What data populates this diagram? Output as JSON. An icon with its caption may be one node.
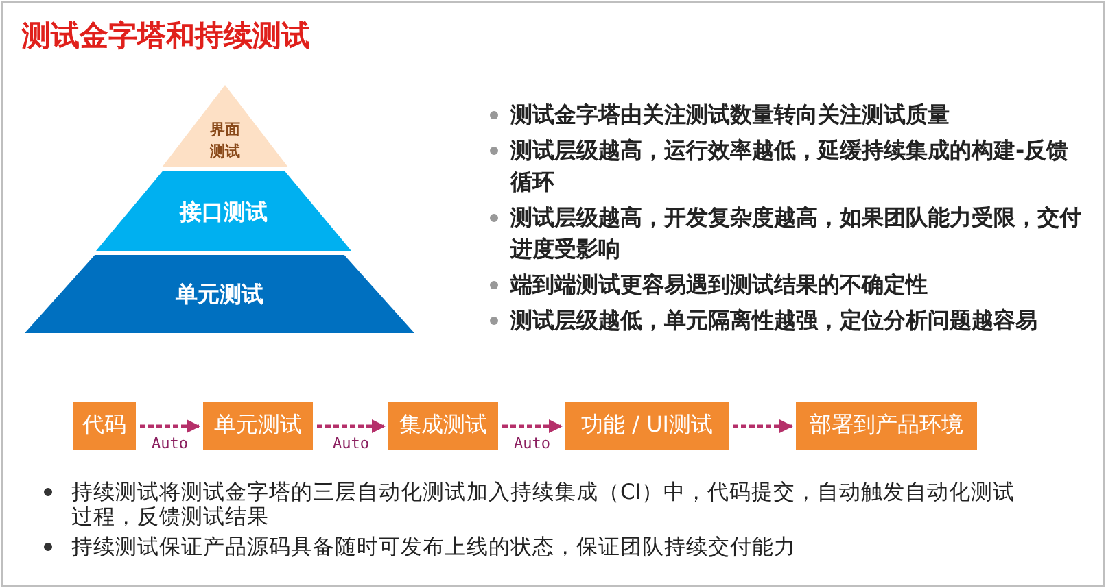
{
  "diagram": {
    "title": "测试金字塔和持续测试",
    "nodes": [
      {
        "text": [
          "界面测试"
        ]
      },
      {
        "text": [
          "接口测试"
        ]
      },
      {
        "text": [
          "单元测试"
        ]
      },
      {
        "text": [
          "代码"
        ]
      },
      {
        "text": [
          "单元测试"
        ]
      },
      {
        "text": [
          "集成测试"
        ]
      },
      {
        "text": [
          "功能 / UI测试"
        ]
      },
      {
        "text": [
          "部署到产品环境"
        ]
      }
    ],
    "edges": [
      {
        "from": 3,
        "to": 4,
        "arrow": "to",
        "label": "Auto",
        "style": "dashed"
      },
      {
        "from": 4,
        "to": 5,
        "arrow": "to",
        "label": "Auto",
        "style": "dashed"
      },
      {
        "from": 5,
        "to": 6,
        "arrow": "to",
        "label": "Auto",
        "style": "dashed"
      },
      {
        "from": 6,
        "to": 7,
        "arrow": "to",
        "style": "dashed"
      }
    ],
    "labels": [
      "测试金字塔由关注测试数量转向关注测试质量",
      "测试层级越高，运行效率越低，延缓持续集成的构建-反馈循环",
      "测试层级越高，开发复杂度越高，如果团队能力受限，交付进度受影响",
      "端到端测试更容易遇到测试结果的不确定性",
      "测试层级越低，单元隔离性越强，定位分析问题越容易",
      "持续测试将测试金字塔的三层自动化测试加入持续集成（CI）中，代码提交，自动触发自动化测试过程，反馈测试结果",
      "持续测试保证产品源码具备随时可发布上线的状态，保证团队持续交付能力"
    ]
  }
}
